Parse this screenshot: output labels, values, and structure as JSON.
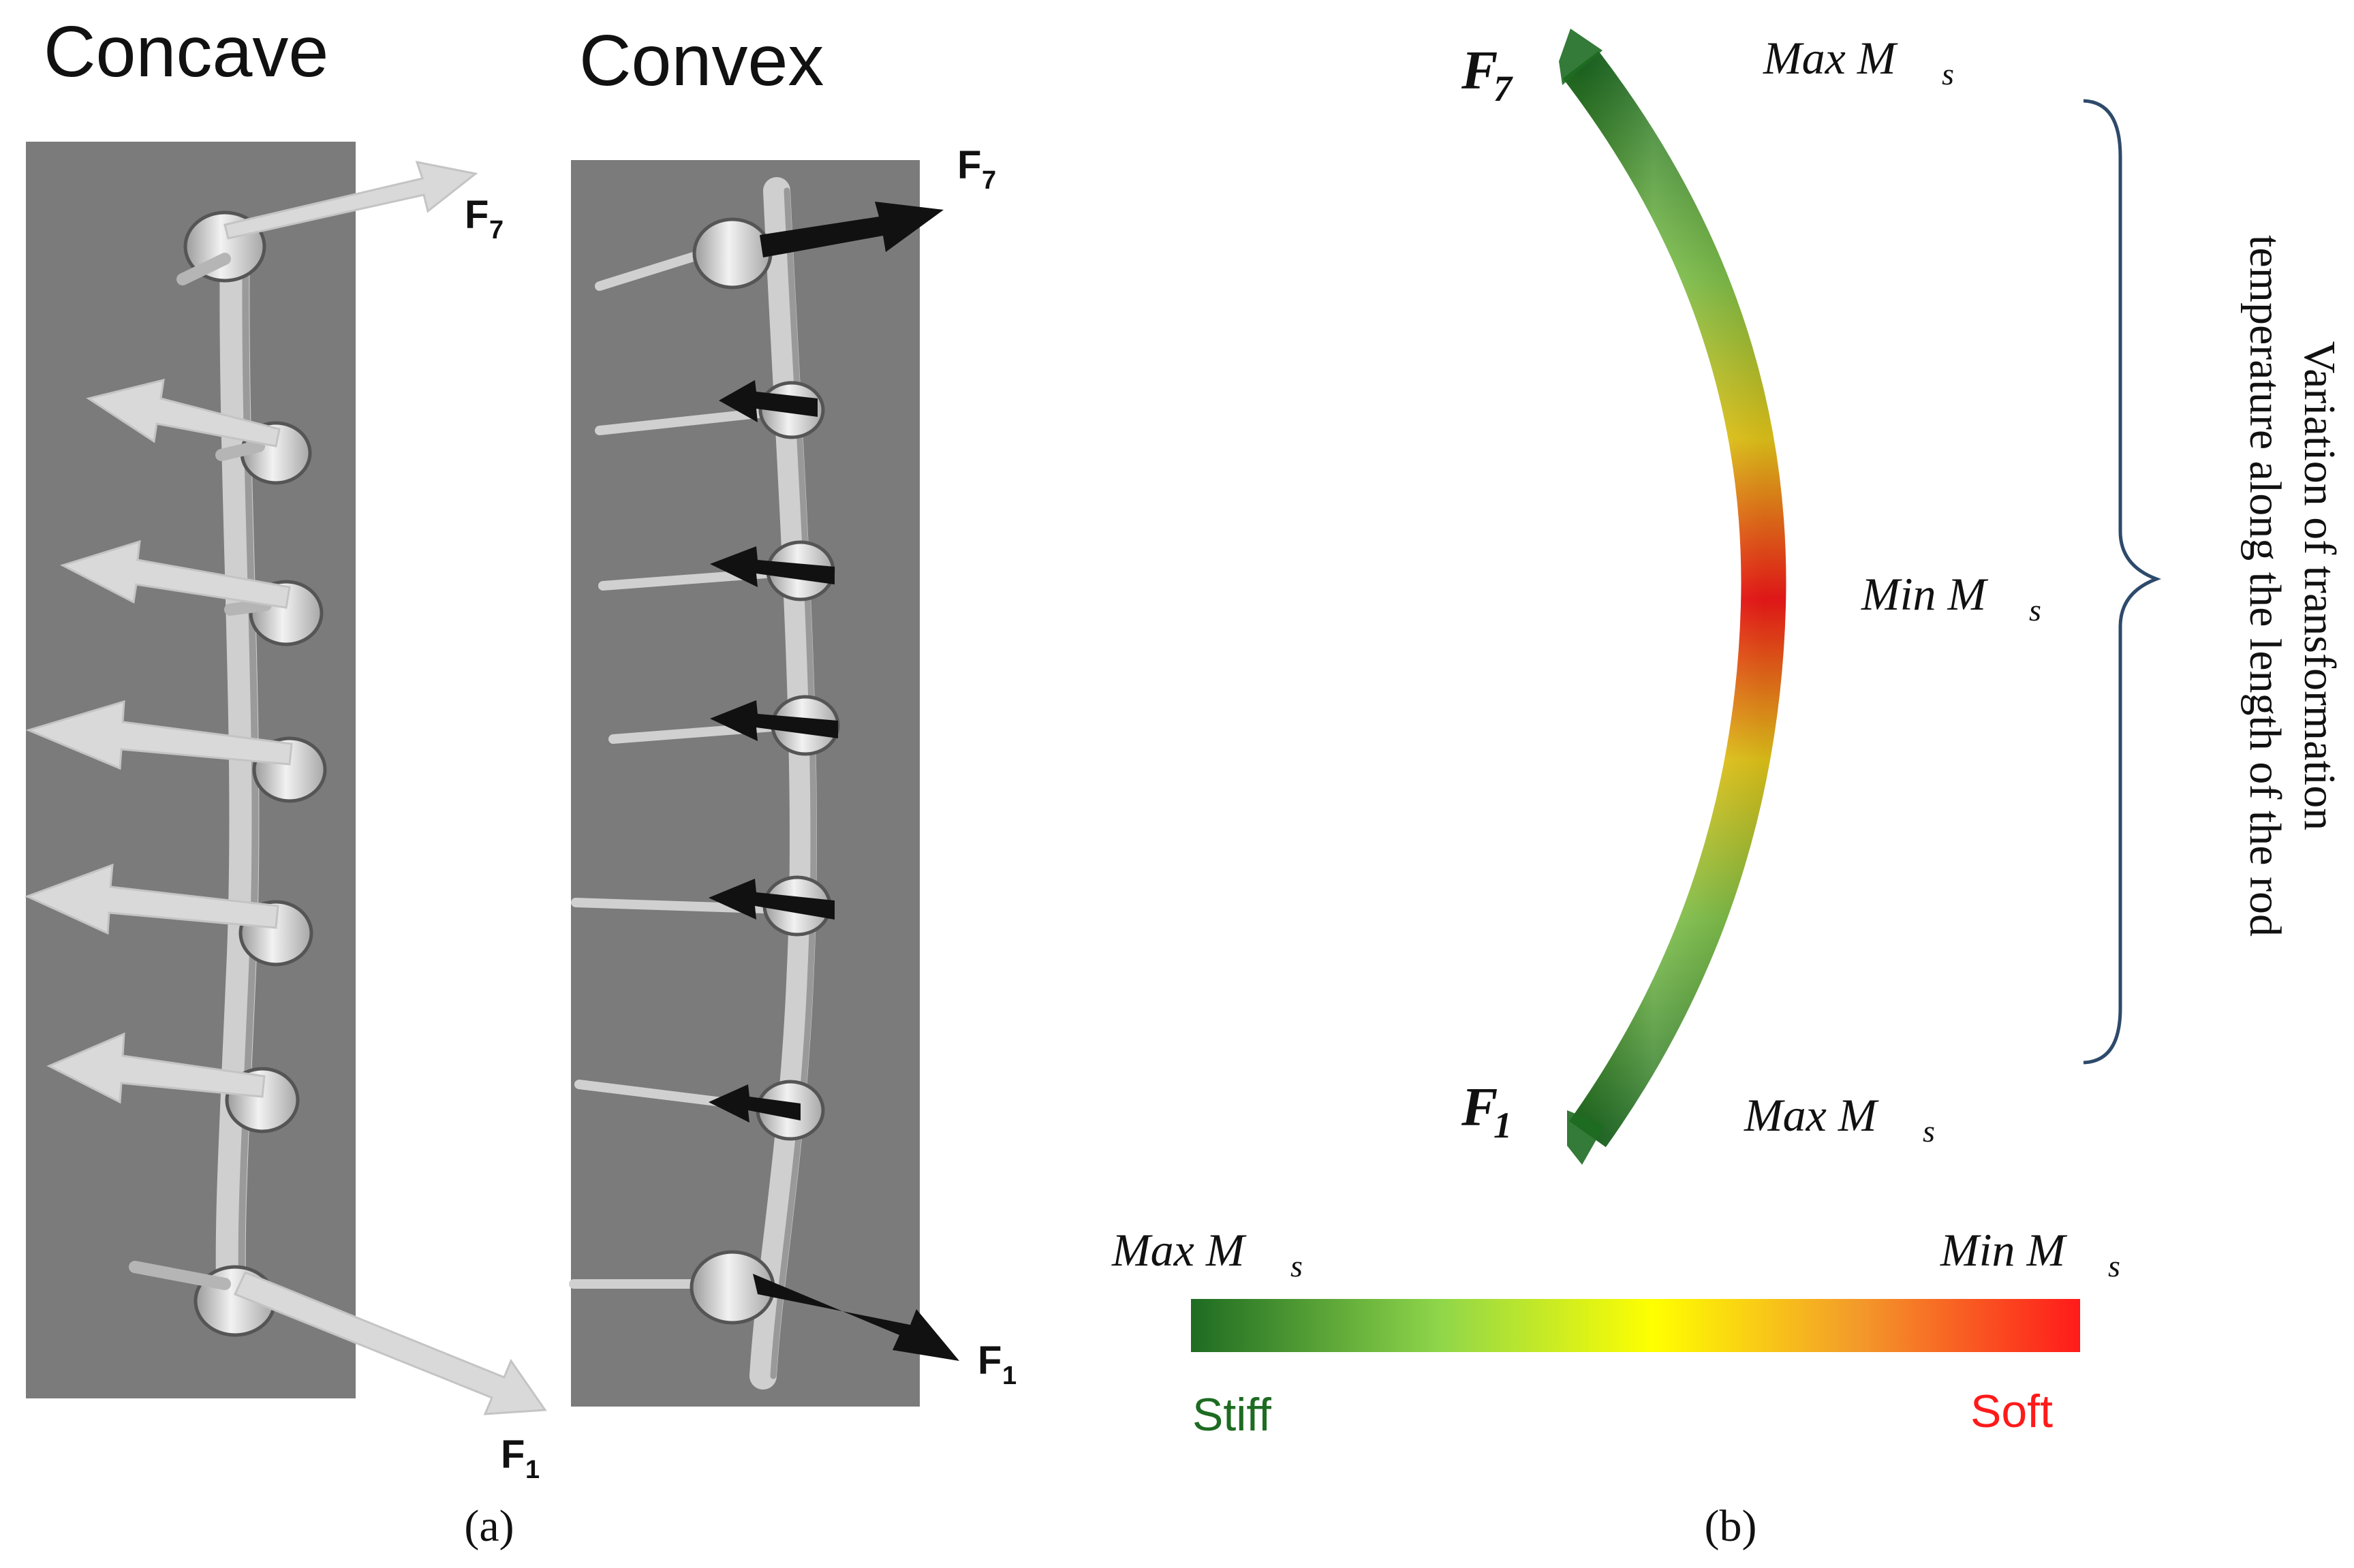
{
  "panel_a": {
    "concave_title": "Concave",
    "convex_title": "Convex",
    "concave_force_top": {
      "main": "F",
      "sub": "7"
    },
    "concave_force_bottom": {
      "main": "F",
      "sub": "1"
    },
    "convex_force_top": {
      "main": "F",
      "sub": "7"
    },
    "convex_force_bottom": {
      "main": "F",
      "sub": "1"
    },
    "caption": "(a)"
  },
  "panel_b": {
    "force_top": {
      "main": "F",
      "sub": "7"
    },
    "force_bottom": {
      "main": "F",
      "sub": "1"
    },
    "top_label": {
      "main": "Max M",
      "sub": "s"
    },
    "mid_label": {
      "main": "Min M",
      "sub": "s"
    },
    "bottom_label": {
      "main": "Max M",
      "sub": "s"
    },
    "brace_text_line1": "Variation of transformation",
    "brace_text_line2": "temperature along the length of the rod",
    "colorbar_left_label": {
      "main": "Max M",
      "sub": "s"
    },
    "colorbar_right_label": {
      "main": "Min M",
      "sub": "s"
    },
    "stiff_label": "Stiff",
    "soft_label": "Soft",
    "caption": "(b)"
  },
  "colors": {
    "stiff": "#1e6b22",
    "mid_green": "#8fd64a",
    "yellow": "#ffff00",
    "soft": "#ff1a1a",
    "panel_grey": "#7b7b7b",
    "arrow_light": "#d9d9d9",
    "arrow_dark": "#111111",
    "brace": "#2e4a6b"
  },
  "icons": [
    "pedicle-screw-icon",
    "force-arrow-icon",
    "spinal-rod-icon",
    "curly-brace-icon"
  ]
}
